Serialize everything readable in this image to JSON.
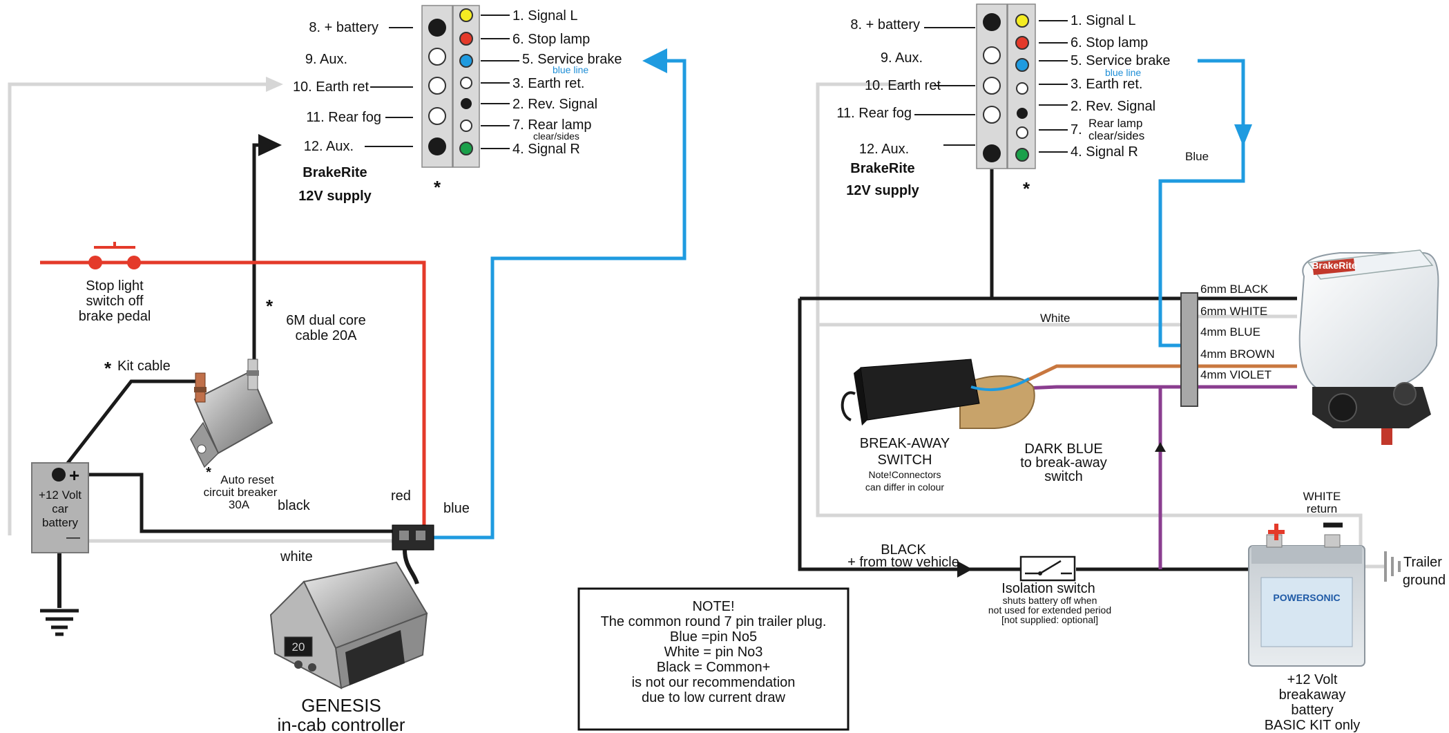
{
  "colors": {
    "red": "#e43a2a",
    "blue": "#1f9be0",
    "black": "#1a1a1a",
    "white_wire": "#d6d6d6",
    "brown": "#c8773f",
    "violet": "#8a3d8f",
    "yellow": "#f4ec22",
    "green": "#1aa04a",
    "socket_grey": "#d9d9d9"
  },
  "left": {
    "pins_left": [
      "8. + battery",
      "9. Aux.",
      "10. Earth ret",
      "11. Rear fog",
      "12. Aux."
    ],
    "pins_right": [
      "1. Signal L",
      "6. Stop lamp",
      "5. Service brake",
      "3. Earth ret.",
      "2. Rev. Signal",
      "7. Rear lamp",
      "4. Signal R"
    ],
    "blue_line": "blue line",
    "clear_sides": "clear/sides",
    "supply_line1": "BrakeRite",
    "supply_line2": "12V supply",
    "asterisk": "*",
    "stop_switch": [
      "Stop light",
      "switch off",
      "brake pedal"
    ],
    "cable": [
      "6M dual core",
      "cable 20A"
    ],
    "kit_cable": "Kit cable",
    "breaker": [
      "Auto reset",
      "circuit breaker",
      "30A"
    ],
    "battery": [
      "+12 Volt",
      "car",
      "battery"
    ],
    "plus": "+",
    "minus": "—",
    "wire_black": "black",
    "wire_red": "red",
    "wire_blue": "blue",
    "wire_white": "white",
    "controller": [
      "GENESIS",
      "in-cab controller"
    ],
    "controller_display": "20"
  },
  "note": {
    "lines": [
      "NOTE!",
      "The common round 7 pin trailer plug.",
      "Blue =pin No5",
      "White = pin No3",
      "Black = Common+",
      "is not our recommendation",
      "due to low current draw"
    ]
  },
  "right": {
    "pins_left": [
      "8. + battery",
      "9. Aux.",
      "10. Earth ret",
      "11. Rear fog",
      "12. Aux."
    ],
    "pins_right": [
      "1. Signal L",
      "6. Stop lamp",
      "5. Service brake",
      "3. Earth ret.",
      "2. Rev. Signal",
      "7.",
      "4. Signal R"
    ],
    "rear_lamp": [
      "Rear lamp",
      "clear/sides"
    ],
    "blue_line": "blue line",
    "supply_line1": "BrakeRite",
    "supply_line2": "12V supply",
    "asterisk": "*",
    "blue_label": "Blue",
    "white_label": "White",
    "terminals": [
      "6mm BLACK",
      "6mm WHITE",
      "4mm BLUE",
      "4mm BROWN",
      "4mm VIOLET"
    ],
    "unit_logo": "BrakeRite",
    "breakaway": [
      "BREAK-AWAY",
      "SWITCH"
    ],
    "breakaway_note": [
      "Note!Connectors",
      "can differ in colour"
    ],
    "dark_blue": [
      "DARK BLUE",
      "to break-away",
      "switch"
    ],
    "black_feed": [
      "BLACK",
      "+ from tow vehicle"
    ],
    "isolation": "Isolation switch",
    "isolation_note": [
      "shuts battery off when",
      "not used for extended period",
      "[not supplied: optional]"
    ],
    "white_return": [
      "WHITE",
      "return"
    ],
    "trailer_ground": [
      "Trailer",
      "ground"
    ],
    "battery_caption": [
      "+12 Volt",
      "breakaway",
      "battery",
      "BASIC KIT only"
    ],
    "battery_brand": "POWERSONIC",
    "plus": "+",
    "minus": "—"
  }
}
